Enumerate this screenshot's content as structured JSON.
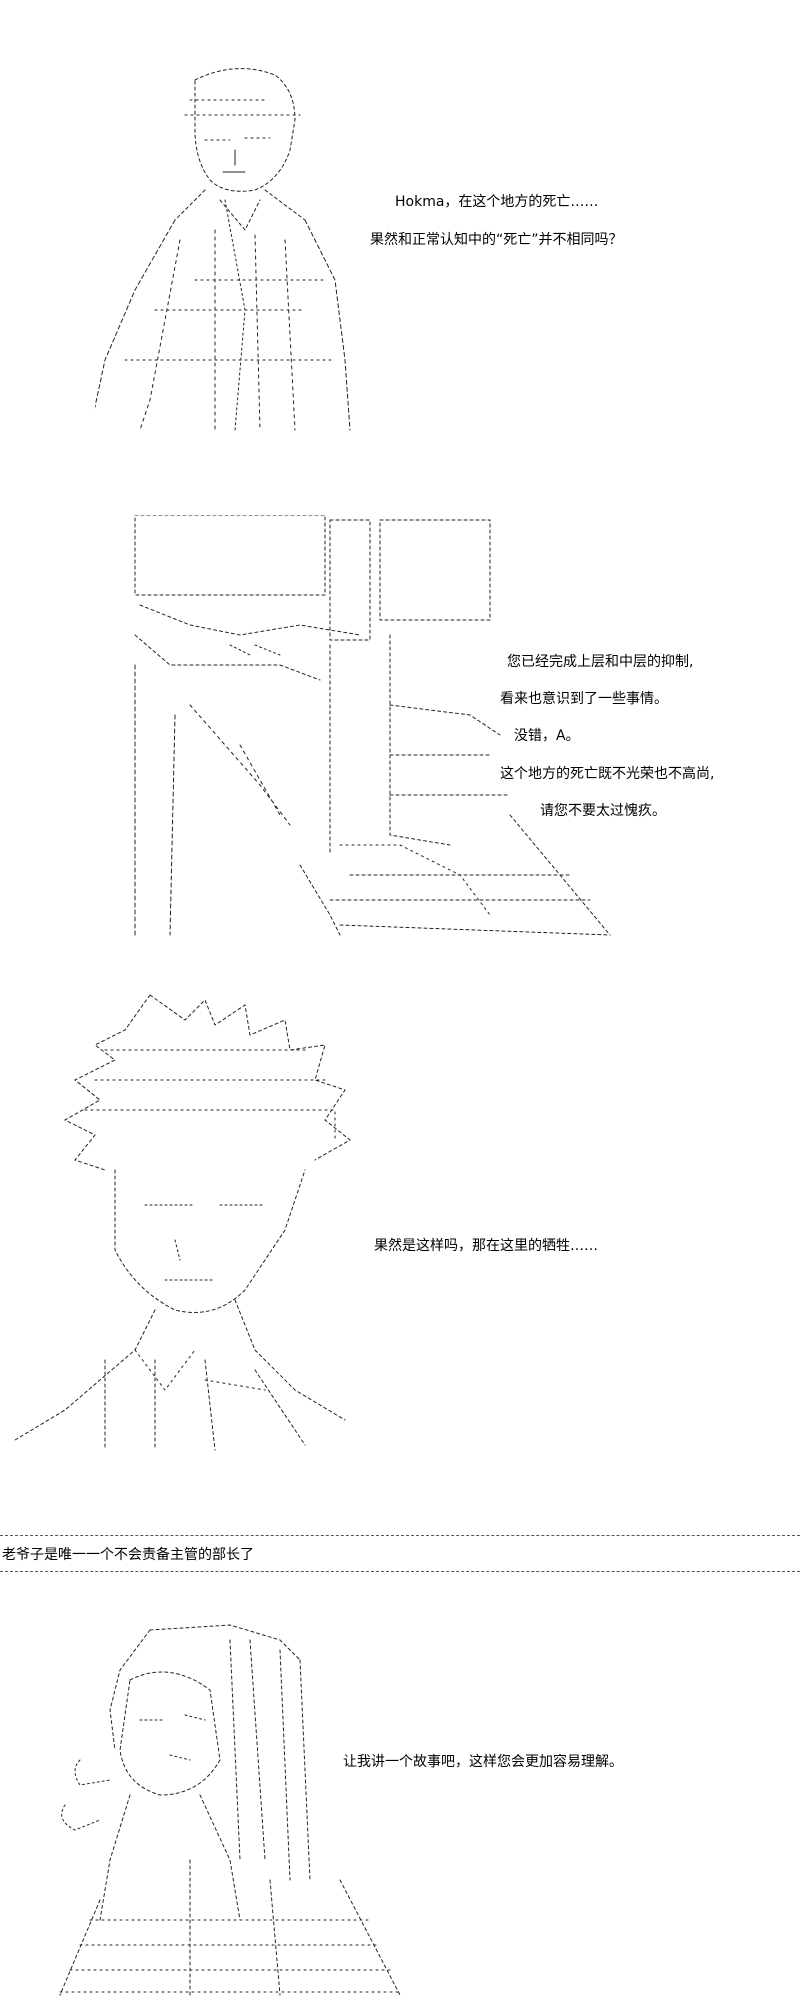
{
  "panels": [
    {
      "figure_icon": "standing-man-ascii-art",
      "lines": [
        "Hokma，在这个地方的死亡……",
        "果然和正常认知中的“死亡”并不相同吗？"
      ]
    },
    {
      "figure_icon": "seated-figure-ascii-art",
      "lines": [
        "您已经完成上层和中层的抑制,",
        "看来也意识到了一些事情。",
        "没错，A。",
        "这个地方的死亡既不光荣也不高尚,",
        "请您不要太过愧疚。"
      ]
    },
    {
      "figure_icon": "spiky-hair-man-ascii-art",
      "lines": [
        "果然是这样吗，那在这里的牺牲……"
      ]
    },
    {
      "narration": "老爷子是唯一一个不会责备主管的部长了"
    },
    {
      "figure_icon": "long-hair-woman-ascii-art",
      "lines": [
        "让我讲一个故事吧，这样您会更加容易理解。"
      ]
    }
  ],
  "colors": {
    "text": "#000000",
    "background": "#ffffff",
    "art_stroke": "#222222"
  }
}
